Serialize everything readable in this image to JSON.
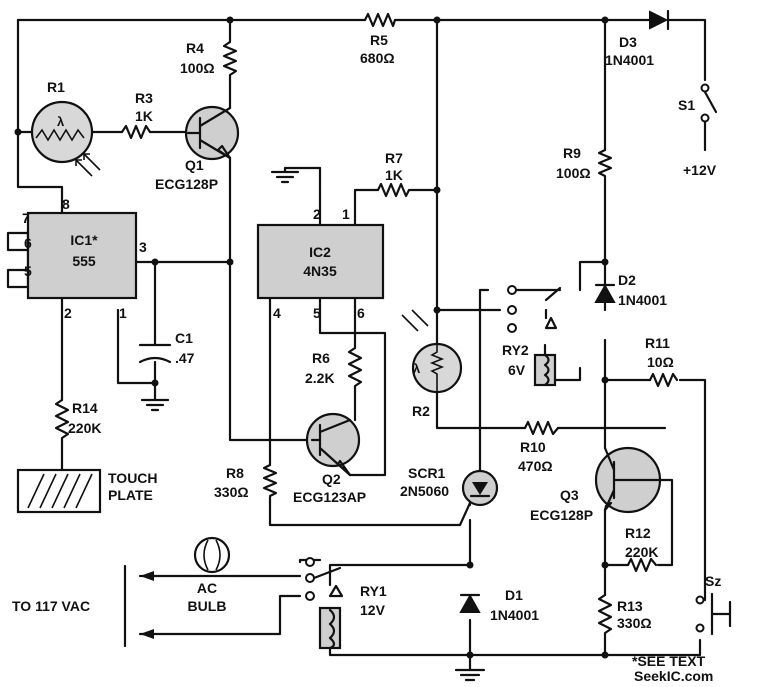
{
  "labels": {
    "r1": "R1",
    "r3": "R3",
    "r3_value": "1K",
    "r4": "R4",
    "r4_value": "100Ω",
    "r5": "R5",
    "r5_value": "680Ω",
    "q1": "Q1",
    "q1_part": "ECG128P",
    "r7": "R7",
    "r7_value": "1K",
    "d3": "D3",
    "d3_part": "1N4001",
    "s1": "S1",
    "supply": "+12V",
    "r9": "R9",
    "r9_value": "100Ω",
    "ic1": "IC1*",
    "ic1_part": "555",
    "c1": "C1",
    "c1_value": ".47",
    "r14": "R14",
    "r14_value": "220K",
    "touch": "TOUCH",
    "plate": "PLATE",
    "ic2": "IC2",
    "ic2_part": "4N35",
    "r6": "R6",
    "r6_value": "2.2K",
    "r8": "R8",
    "r8_value": "330Ω",
    "q2": "Q2",
    "q2_part": "ECG123AP",
    "r2": "R2",
    "d2": "D2",
    "d2_part": "1N4001",
    "ry2": "RY2",
    "ry2_value": "6V",
    "r11": "R11",
    "r11_value": "10Ω",
    "r10": "R10",
    "r10_value": "470Ω",
    "scr1": "SCR1",
    "scr1_part": "2N5060",
    "q3": "Q3",
    "q3_part": "ECG128P",
    "r12": "R12",
    "r12_value": "220K",
    "sz": "Sz",
    "r13": "R13",
    "r13_value": "330Ω",
    "d1": "D1",
    "d1_part": "1N4001",
    "ry1": "RY1",
    "ry1_value": "12V",
    "ac": "AC",
    "bulb": "BULB",
    "vac": "TO 117 VAC",
    "see_text": "*SEE TEXT",
    "watermark": "SeekIC.com"
  },
  "pins": {
    "ic1_8": "8",
    "ic1_7": "7",
    "ic1_6": "6",
    "ic1_5": "5",
    "ic1_3": "3",
    "ic1_2": "2",
    "ic1_1": "1",
    "ic2_2": "2",
    "ic2_1": "1",
    "ic2_4": "4",
    "ic2_5": "5",
    "ic2_6": "6"
  }
}
